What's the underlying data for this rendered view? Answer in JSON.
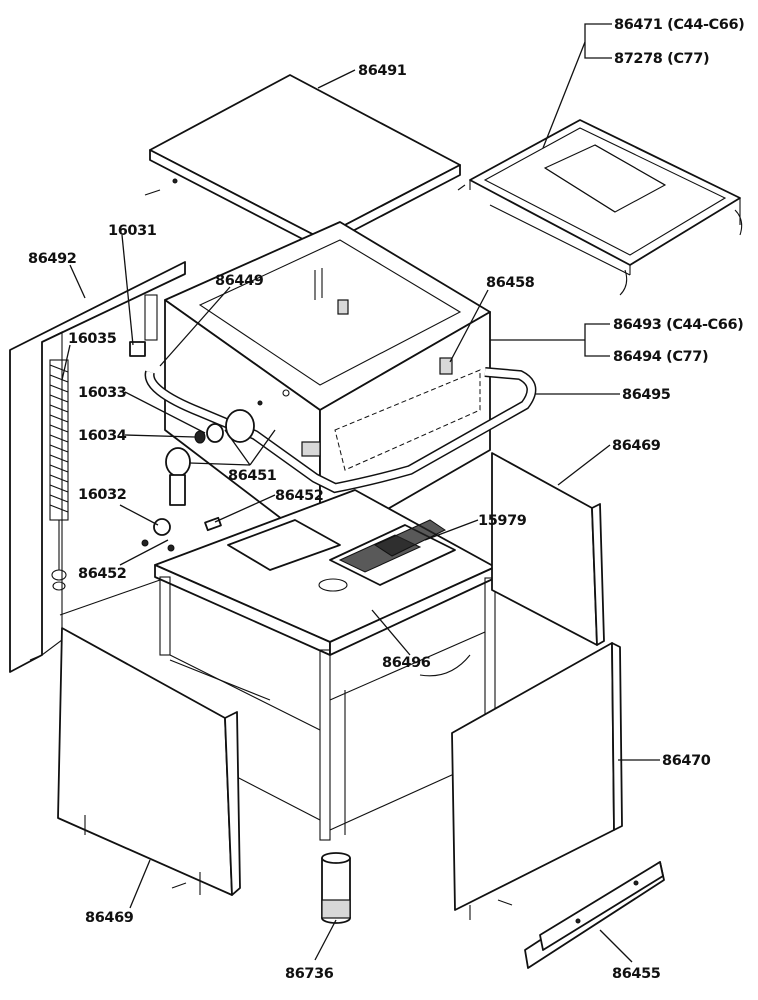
{
  "labels": {
    "top_cover": "86491",
    "basket_a": "86471 (C44-C66)",
    "basket_b": "87278 (C77)",
    "side_panel": "86492",
    "spring_bracket": "16031",
    "spring": "16035",
    "hinge_pin": "86449",
    "pump_body_a": "86493 (C44-C66)",
    "pump_body_b": "86494 (C77)",
    "latch": "86458",
    "tube": "86495",
    "washer_a": "16033",
    "washer_b": "16034",
    "knob": "86451",
    "screw_pin": "86452",
    "knob_nut": "16032",
    "screw_pin_b": "86452",
    "rear_panel": "86469",
    "filter": "15979",
    "drain_pan": "86496",
    "right_door": "86470",
    "left_door": "86469",
    "leg": "86736",
    "strip": "86455"
  }
}
